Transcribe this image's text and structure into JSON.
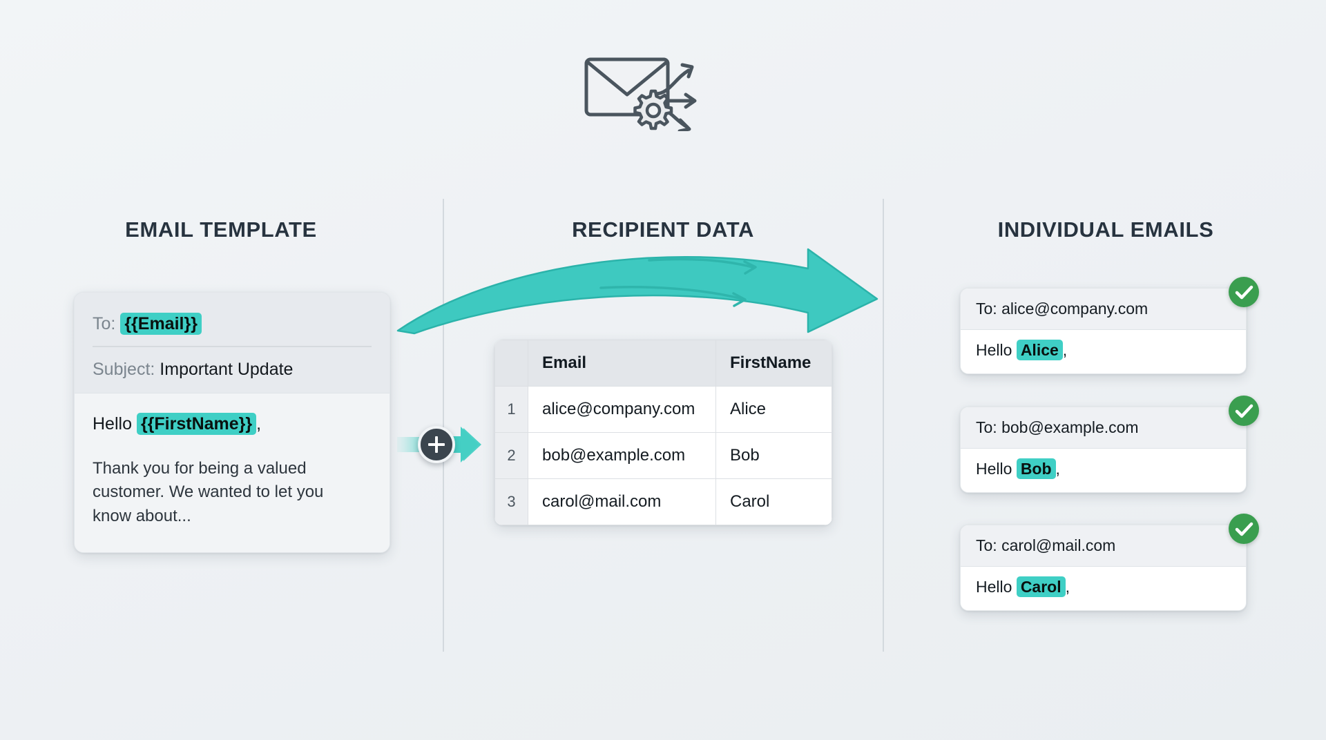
{
  "header": {
    "icon": "envelope-gear-arrows-icon"
  },
  "columns": {
    "template_title": "EMAIL TEMPLATE",
    "recipients_title": "RECIPIENT DATA",
    "emails_title": "INDIVIDUAL EMAILS"
  },
  "template": {
    "to_label": "To:",
    "to_token": "{{Email}}",
    "subject_label": "Subject:",
    "subject_value": "Important Update",
    "greeting_prefix": "Hello",
    "greeting_token": "{{FirstName}}",
    "greeting_suffix": ",",
    "body_paragraph": "Thank you for being a valued customer. We wanted to let you know about..."
  },
  "merge": {
    "icon": "plus-merge-icon",
    "arrow_icon": "arrow-right-icon"
  },
  "recipients": {
    "headers": {
      "rownum": "",
      "email": "Email",
      "firstname": "FirstName"
    },
    "rows": [
      {
        "n": "1",
        "email": "alice@company.com",
        "firstname": "Alice"
      },
      {
        "n": "2",
        "email": "bob@example.com",
        "firstname": "Bob"
      },
      {
        "n": "3",
        "email": "carol@mail.com",
        "firstname": "Carol"
      }
    ]
  },
  "flow": {
    "curved_arrow_icon": "curved-arrow-right-icon"
  },
  "emails": [
    {
      "to_label": "To:",
      "to_value": "alice@company.com",
      "greeting_prefix": "Hello",
      "name": "Alice",
      "greeting_suffix": ",",
      "status_icon": "check-circle-icon"
    },
    {
      "to_label": "To:",
      "to_value": "bob@example.com",
      "greeting_prefix": "Hello",
      "name": "Bob",
      "greeting_suffix": ",",
      "status_icon": "check-circle-icon"
    },
    {
      "to_label": "To:",
      "to_value": "carol@mail.com",
      "greeting_prefix": "Hello",
      "name": "Carol",
      "greeting_suffix": ",",
      "status_icon": "check-circle-icon"
    }
  ],
  "colors": {
    "teal": "#3fcfc5",
    "teal_dark": "#22ada4",
    "green": "#3a9e4f",
    "ink": "#27333f",
    "background": "#eef1f4"
  }
}
